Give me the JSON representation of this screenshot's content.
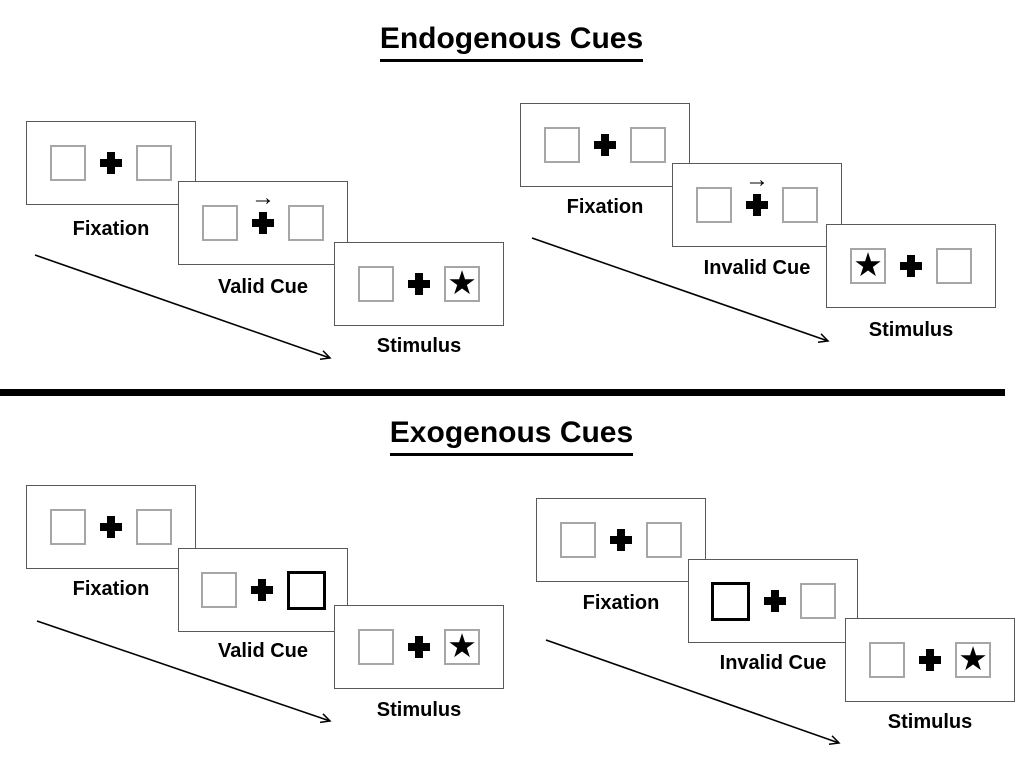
{
  "diagram": {
    "sections": [
      {
        "title": "Endogenous Cues",
        "groups": [
          {
            "name": "valid-trial",
            "panels": [
              {
                "label": "Fixation"
              },
              {
                "label": "Valid Cue",
                "cue_type": "central-arrow",
                "cue_direction": "right"
              },
              {
                "label": "Stimulus",
                "star_position": "right"
              }
            ]
          },
          {
            "name": "invalid-trial",
            "panels": [
              {
                "label": "Fixation"
              },
              {
                "label": "Invalid Cue",
                "cue_type": "central-arrow",
                "cue_direction": "right"
              },
              {
                "label": "Stimulus",
                "star_position": "left"
              }
            ]
          }
        ]
      },
      {
        "title": "Exogenous Cues",
        "groups": [
          {
            "name": "valid-trial",
            "panels": [
              {
                "label": "Fixation"
              },
              {
                "label": "Valid Cue",
                "cue_type": "peripheral-box-highlight",
                "cue_position": "right"
              },
              {
                "label": "Stimulus",
                "star_position": "right"
              }
            ]
          },
          {
            "name": "invalid-trial",
            "panels": [
              {
                "label": "Fixation"
              },
              {
                "label": "Invalid Cue",
                "cue_type": "peripheral-box-highlight",
                "cue_position": "left"
              },
              {
                "label": "Stimulus",
                "star_position": "right"
              }
            ]
          }
        ]
      }
    ],
    "glyphs": {
      "star": "★",
      "cue_arrow": "→"
    },
    "colors": {
      "panel_border": "#595959",
      "box_border": "#a6a6a6",
      "highlight_border": "#000000",
      "ink": "#000000"
    }
  }
}
